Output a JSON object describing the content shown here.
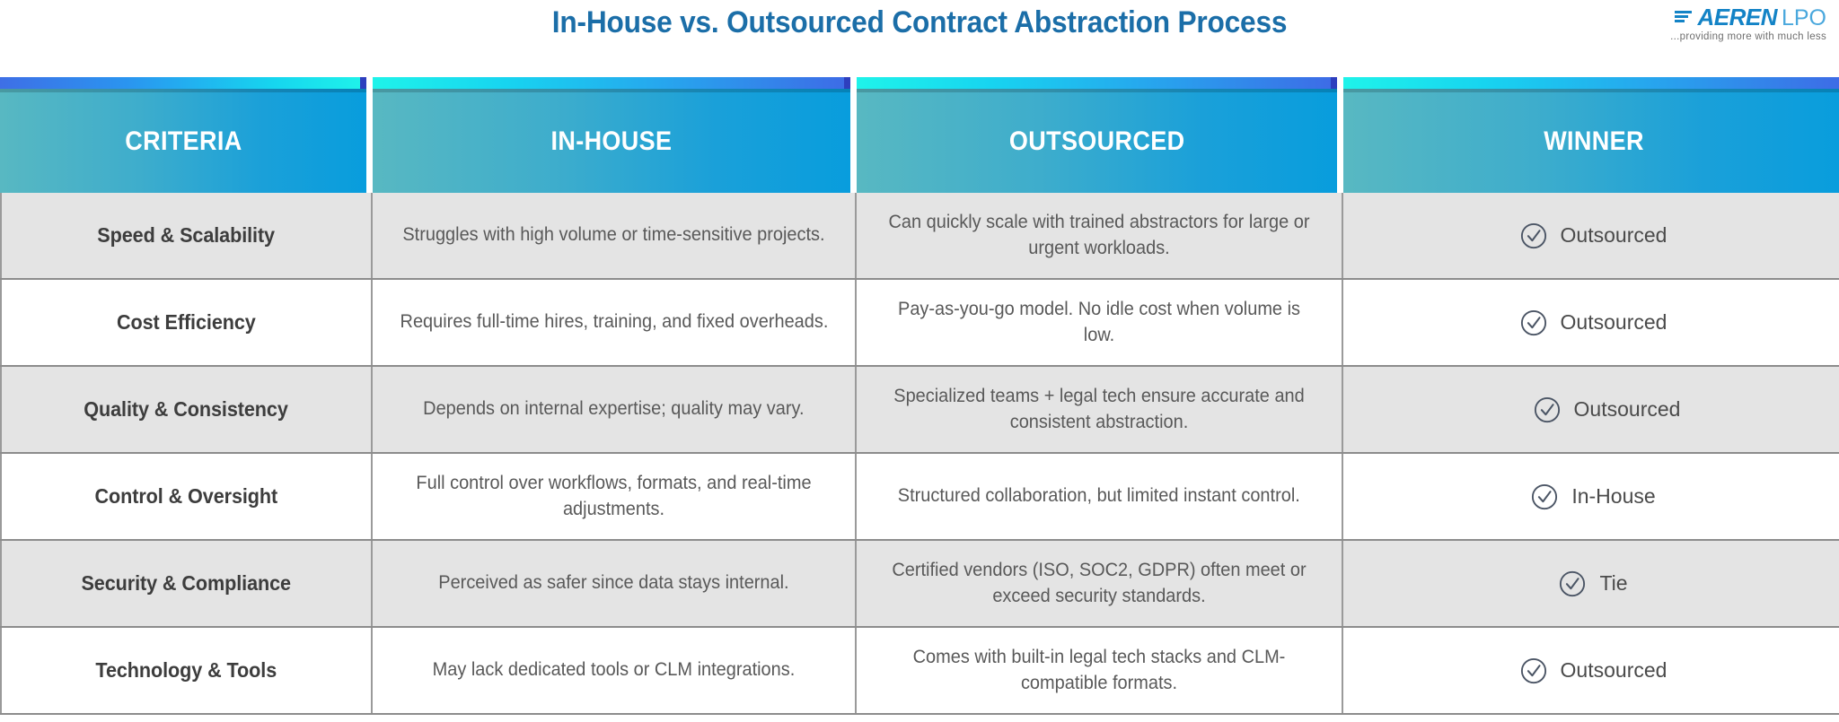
{
  "header": {
    "title": "In-House vs. Outsourced Contract Abstraction Process",
    "title_color": "#1b6ea8",
    "logo": {
      "mark_icon": "aeren-bars-icon",
      "name": "AEREN",
      "suffix": "LPO",
      "tagline": "...providing more with much less",
      "brand_color": "#1383c6",
      "suffix_color": "#4aa8dd"
    }
  },
  "table": {
    "columns": [
      {
        "label": "CRITERIA",
        "bar": "blue-to-cyan"
      },
      {
        "label": "IN-HOUSE",
        "bar": "cyan-to-blue"
      },
      {
        "label": "OUTSOURCED",
        "bar": "cyan-to-blue"
      },
      {
        "label": "WINNER",
        "bar": "cyan-to-blue"
      }
    ],
    "header_gradient_start": "#58b8c2",
    "header_gradient_end": "#089ddd",
    "row_shade_color": "#e4e4e4",
    "row_plain_color": "#ffffff",
    "border_color": "#9a9a9a",
    "rows": [
      {
        "criteria": "Speed & Scalability",
        "in_house": "Struggles with high volume or time-sensitive projects.",
        "outsourced": "Can quickly scale with trained abstractors for large or urgent workloads.",
        "winner": "Outsourced",
        "winner_icon": "check-circle-icon",
        "shaded": true,
        "winner_offset": false
      },
      {
        "criteria": "Cost Efficiency",
        "in_house": "Requires full-time hires, training, and fixed overheads.",
        "outsourced": "Pay-as-you-go model. No idle cost when volume is low.",
        "winner": "Outsourced",
        "winner_icon": "check-circle-icon",
        "shaded": false,
        "winner_offset": false
      },
      {
        "criteria": "Quality & Consistency",
        "in_house": "Depends on internal expertise; quality may vary.",
        "outsourced": "Specialized teams + legal tech ensure accurate and consistent abstraction.",
        "winner": "Outsourced",
        "winner_icon": "check-circle-icon",
        "shaded": true,
        "winner_offset": true
      },
      {
        "criteria": "Control & Oversight",
        "in_house": "Full control over workflows, formats, and real-time adjustments.",
        "outsourced": "Structured collaboration, but limited instant control.",
        "winner": "In-House",
        "winner_icon": "check-circle-icon",
        "shaded": false,
        "winner_offset": false
      },
      {
        "criteria": "Security & Compliance",
        "in_house": "Perceived as safer since data stays internal.",
        "outsourced": "Certified vendors (ISO, SOC2, GDPR) often meet or exceed security standards.",
        "winner": "Tie",
        "winner_icon": "check-circle-icon",
        "shaded": true,
        "winner_offset": false
      },
      {
        "criteria": "Technology & Tools",
        "in_house": "May lack dedicated tools or CLM integrations.",
        "outsourced": "Comes with built-in legal tech stacks and CLM-compatible formats.",
        "winner": "Outsourced",
        "winner_icon": "check-circle-icon",
        "shaded": false,
        "winner_offset": false
      }
    ]
  }
}
